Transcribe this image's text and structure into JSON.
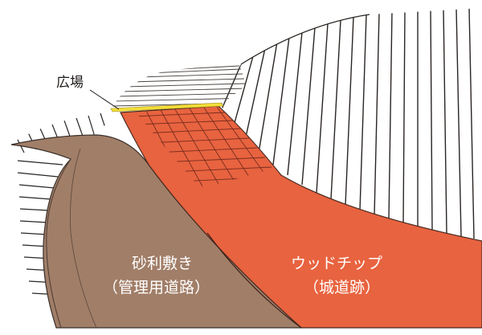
{
  "labels": {
    "plaza": "広場",
    "gravel": "砂利敷き",
    "gravel_sub": "（管理用道路）",
    "woodchip": "ウッドチップ",
    "woodchip_sub": "（城道跡）"
  },
  "colors": {
    "gravel_path": "#a17e68",
    "woodchip_path": "#e8633f",
    "plaza_strip": "#f3dd3a",
    "hatching": "#2a2522",
    "label_text": "#1e1a18",
    "label_on_path": "#ffffff"
  }
}
